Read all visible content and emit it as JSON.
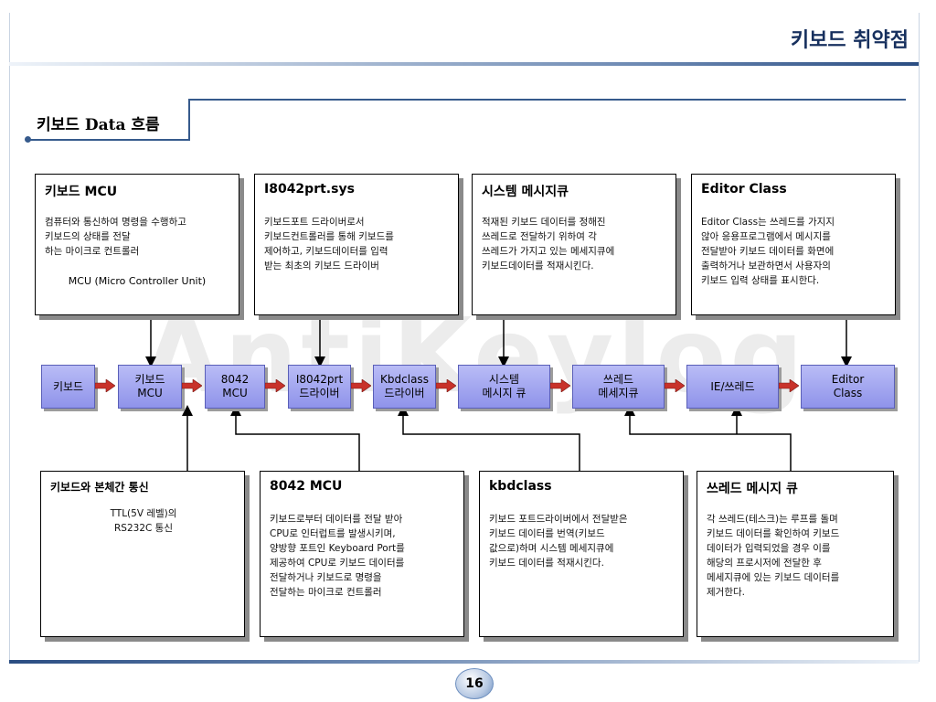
{
  "header": {
    "title": "키보드 취약점"
  },
  "section": {
    "title": "키보드 Data 흐름"
  },
  "watermark": {
    "text": "AntiKeylog"
  },
  "top_boxes": [
    {
      "title": "키보드 MCU",
      "body": "컴퓨터와 통신하여 명령을 수행하고\n키보드의 상태를 전달\n하는 마이크로 컨트롤러",
      "note": "MCU (Micro Controller Unit)"
    },
    {
      "title": "I8042prt.sys",
      "body": "키보드포트 드라이버로서\n키보드컨트롤러를 통해 키보드를\n제어하고, 키보드데이터를 입력\n받는 최초의 키보드 드라이버"
    },
    {
      "title": "시스템 메시지큐",
      "body": "적재된 키보드 데이터를 정해진\n쓰레드로 전달하기 위하여 각\n쓰레드가 가지고 있는 메세지큐에\n키보드데이터를 적재시킨다."
    },
    {
      "title": "Editor Class",
      "body": "Editor Class는 쓰레드를 가지지\n않아 응용프로그램에서 메시지를\n전달받아 키보드 데이터를 화면에\n출력하거나 보관하면서 사용자의\n키보드 입력 상태를 표시한다."
    }
  ],
  "flow": [
    {
      "label": "키보드"
    },
    {
      "label": "키보드\nMCU"
    },
    {
      "label": "8042\nMCU"
    },
    {
      "label": "I8042prt\n드라이버"
    },
    {
      "label": "Kbdclass\n드라이버"
    },
    {
      "label": "시스템\n메시지 큐"
    },
    {
      "label": "쓰레드\n메세지큐"
    },
    {
      "label": "IE/쓰레드"
    },
    {
      "label": "Editor\nClass"
    }
  ],
  "bottom_boxes": [
    {
      "title": "키보드와 본체간 통신",
      "body": "TTL(5V 레벨)의\nRS232C 통신"
    },
    {
      "title": "8042 MCU",
      "body": "키보드로부터 데이터를  전달 받아\nCPU로 인터럽트를 발생시키며,\n양방향 포트인 Keyboard Port를\n제공하여 CPU로 키보드 데이터를\n전달하거나 키보드로 명령을\n전달하는 마이크로 컨트롤러"
    },
    {
      "title": "kbdclass",
      "body": "키보드 포트드라이버에서 전달받은\n키보드 데이터를 번역(키보드\n값으로)하며 시스템 메세지큐에\n키보드 데이터를 적재시킨다."
    },
    {
      "title": "쓰레드 메시지 큐",
      "body": "각  쓰레드(테스크)는 루프를 돌며\n키보드 데이터를 확인하여 키보드\n데이터가 입력되었을 경우 이를\n해당의 프로시저에 전달한 후\n메세지큐에 있는 키보드 데이터를\n제거한다."
    }
  ],
  "footer": {
    "page_number": "16"
  },
  "colors": {
    "node_fill": "#a5a8f0",
    "arrow": "#c8322a",
    "accent": "#365a8c"
  }
}
